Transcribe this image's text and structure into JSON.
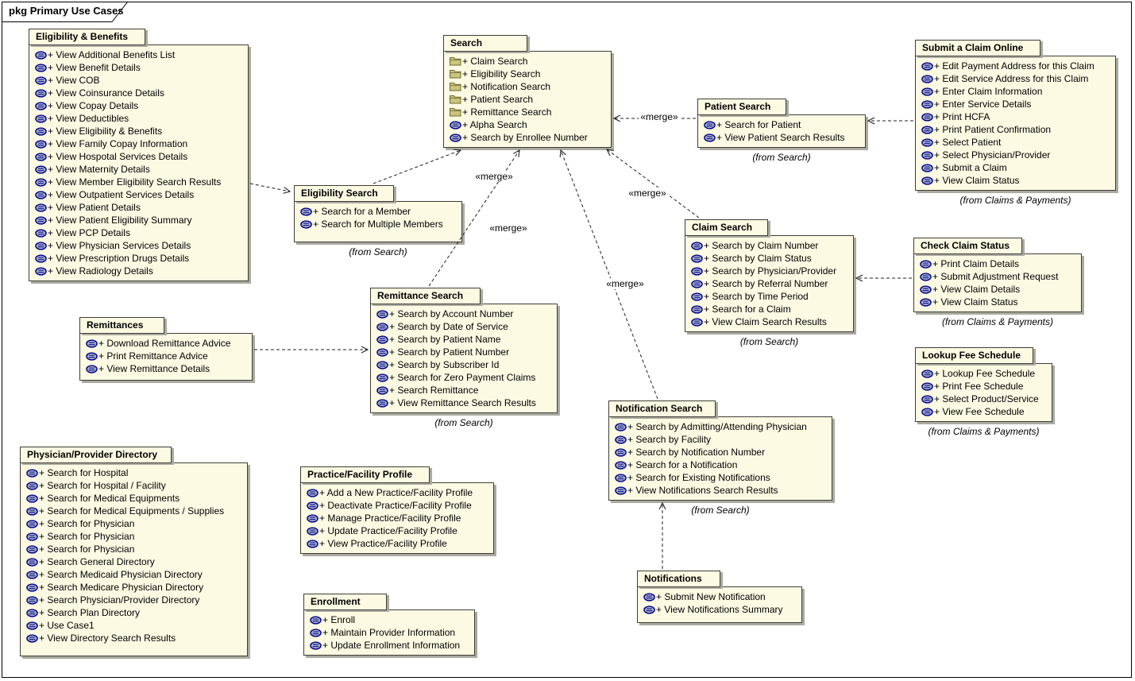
{
  "frame": {
    "title": "pkg Primary Use Cases"
  },
  "colors": {
    "box_fill": "#fcfae3",
    "box_border": "#3e3e36",
    "shadow": "#aaaaa2",
    "usecase_fill": "#a3aec5",
    "usecase_border": "#00008b",
    "folder_fill": "#cbc47e",
    "folder_border": "#6e6a33",
    "connector": "#222222"
  },
  "packages": [
    {
      "id": "eligibility-benefits",
      "title": "Eligibility & Benefits",
      "from": "",
      "items": [
        {
          "icon": "usecase",
          "label": "+ View Additional Benefits List"
        },
        {
          "icon": "usecase",
          "label": "+ View Benefit Details"
        },
        {
          "icon": "usecase",
          "label": "+ View COB"
        },
        {
          "icon": "usecase",
          "label": "+ View Coinsurance Details"
        },
        {
          "icon": "usecase",
          "label": "+ View Copay Details"
        },
        {
          "icon": "usecase",
          "label": "+ View Deductibles"
        },
        {
          "icon": "usecase",
          "label": "+ View Eligibility & Benefits"
        },
        {
          "icon": "usecase",
          "label": "+ View Family Copay Information"
        },
        {
          "icon": "usecase",
          "label": "+ View Hospotal Services Details"
        },
        {
          "icon": "usecase",
          "label": "+ View Maternity Details"
        },
        {
          "icon": "usecase",
          "label": "+ View Member Eligibility Search Results"
        },
        {
          "icon": "usecase",
          "label": "+ View Outpatient Services Details"
        },
        {
          "icon": "usecase",
          "label": "+ View Patient Details"
        },
        {
          "icon": "usecase",
          "label": "+ View Patient Eligibility Summary"
        },
        {
          "icon": "usecase",
          "label": "+ View PCP Details"
        },
        {
          "icon": "usecase",
          "label": "+ View Physician Services Details"
        },
        {
          "icon": "usecase",
          "label": "+ View Prescription Drugs Details"
        },
        {
          "icon": "usecase",
          "label": "+ View Radiology Details"
        }
      ]
    },
    {
      "id": "search",
      "title": "Search",
      "from": "",
      "items": [
        {
          "icon": "folder",
          "label": "+ Claim Search"
        },
        {
          "icon": "folder",
          "label": "+ Eligibility Search"
        },
        {
          "icon": "folder",
          "label": "+ Notification Search"
        },
        {
          "icon": "folder",
          "label": "+ Patient Search"
        },
        {
          "icon": "folder",
          "label": "+ Remittance Search"
        },
        {
          "icon": "usecase",
          "label": "+ Alpha Search"
        },
        {
          "icon": "usecase",
          "label": "+ Search by Enrollee Number"
        }
      ]
    },
    {
      "id": "patient-search",
      "title": "Patient Search",
      "from": "(from Search)",
      "items": [
        {
          "icon": "usecase",
          "label": "+ Search for Patient"
        },
        {
          "icon": "usecase",
          "label": "+ View Patient Search Results"
        }
      ]
    },
    {
      "id": "submit-claim-online",
      "title": "Submit a Claim Online",
      "from": "(from Claims & Payments)",
      "items": [
        {
          "icon": "usecase",
          "label": "+ Edit Payment Address for this Claim"
        },
        {
          "icon": "usecase",
          "label": "+ Edit Service Address for this Claim"
        },
        {
          "icon": "usecase",
          "label": "+ Enter Claim Information"
        },
        {
          "icon": "usecase",
          "label": "+ Enter Service Details"
        },
        {
          "icon": "usecase",
          "label": "+ Print HCFA"
        },
        {
          "icon": "usecase",
          "label": "+ Print Patient Confirmation"
        },
        {
          "icon": "usecase",
          "label": "+ Select Patient"
        },
        {
          "icon": "usecase",
          "label": "+ Select Physician/Provider"
        },
        {
          "icon": "usecase",
          "label": "+ Submit a Claim"
        },
        {
          "icon": "usecase",
          "label": "+ View Claim Status"
        }
      ]
    },
    {
      "id": "eligibility-search",
      "title": "Eligibility Search",
      "from": "(from Search)",
      "items": [
        {
          "icon": "usecase",
          "label": "+ Search for a Member"
        },
        {
          "icon": "usecase",
          "label": "+ Search for Multiple Members"
        }
      ]
    },
    {
      "id": "claim-search",
      "title": "Claim Search",
      "from": "(from Search)",
      "items": [
        {
          "icon": "usecase",
          "label": "+ Search by Claim Number"
        },
        {
          "icon": "usecase",
          "label": "+ Search by Claim Status"
        },
        {
          "icon": "usecase",
          "label": "+ Search by Physician/Provider"
        },
        {
          "icon": "usecase",
          "label": "+ Search by Referral Number"
        },
        {
          "icon": "usecase",
          "label": "+ Search by Time Period"
        },
        {
          "icon": "usecase",
          "label": "+ Search for a Claim"
        },
        {
          "icon": "usecase",
          "label": "+ View Claim Search Results"
        }
      ]
    },
    {
      "id": "check-claim-status",
      "title": "Check Claim Status",
      "from": "(from Claims & Payments)",
      "items": [
        {
          "icon": "usecase",
          "label": "+ Print Claim Details"
        },
        {
          "icon": "usecase",
          "label": "+ Submit Adjustment Request"
        },
        {
          "icon": "usecase",
          "label": "+ View Claim Details"
        },
        {
          "icon": "usecase",
          "label": "+ View Claim Status"
        }
      ]
    },
    {
      "id": "remittances",
      "title": "Remittances",
      "from": "",
      "items": [
        {
          "icon": "usecase",
          "label": "+ Download Remittance Advice"
        },
        {
          "icon": "usecase",
          "label": "+ Print Remittance Advice"
        },
        {
          "icon": "usecase",
          "label": "+ View Remittance Details"
        }
      ]
    },
    {
      "id": "remittance-search",
      "title": "Remittance Search",
      "from": "(from Search)",
      "items": [
        {
          "icon": "usecase",
          "label": "+ Search by Account Number"
        },
        {
          "icon": "usecase",
          "label": "+ Search by Date of Service"
        },
        {
          "icon": "usecase",
          "label": "+ Search by Patient Name"
        },
        {
          "icon": "usecase",
          "label": "+ Search by Patient Number"
        },
        {
          "icon": "usecase",
          "label": "+ Search by Subscriber Id"
        },
        {
          "icon": "usecase",
          "label": "+ Search for Zero Payment Claims"
        },
        {
          "icon": "usecase",
          "label": "+ Search Remittance"
        },
        {
          "icon": "usecase",
          "label": "+ View Remittance Search Results"
        }
      ]
    },
    {
      "id": "lookup-fee-schedule",
      "title": "Lookup Fee Schedule",
      "from": "(from Claims & Payments)",
      "items": [
        {
          "icon": "usecase",
          "label": "+ Lookup Fee Schedule"
        },
        {
          "icon": "usecase",
          "label": "+ Print Fee Schedule"
        },
        {
          "icon": "usecase",
          "label": "+ Select Product/Service"
        },
        {
          "icon": "usecase",
          "label": "+ View Fee Schedule"
        }
      ]
    },
    {
      "id": "notification-search",
      "title": "Notification Search",
      "from": "(from Search)",
      "items": [
        {
          "icon": "usecase",
          "label": "+ Search by Admitting/Attending Physician"
        },
        {
          "icon": "usecase",
          "label": "+ Search by Facility"
        },
        {
          "icon": "usecase",
          "label": "+ Search by Notification Number"
        },
        {
          "icon": "usecase",
          "label": "+ Search for a Notification"
        },
        {
          "icon": "usecase",
          "label": "+ Search for Existing Notifications"
        },
        {
          "icon": "usecase",
          "label": "+ View Notifications Search Results"
        }
      ]
    },
    {
      "id": "physician-provider-directory",
      "title": "Physician/Provider Directory",
      "from": "",
      "items": [
        {
          "icon": "usecase",
          "label": "+ Search for Hospital"
        },
        {
          "icon": "usecase",
          "label": "+ Search for Hospital / Facility"
        },
        {
          "icon": "usecase",
          "label": "+ Search for Medical Equipments"
        },
        {
          "icon": "usecase",
          "label": "+ Search for Medical Equipments / Supplies"
        },
        {
          "icon": "usecase",
          "label": "+ Search for Physician"
        },
        {
          "icon": "usecase",
          "label": "+ Search for Physician"
        },
        {
          "icon": "usecase",
          "label": "+ Search for Physician"
        },
        {
          "icon": "usecase",
          "label": "+ Search General Directory"
        },
        {
          "icon": "usecase",
          "label": "+ Search Medicaid Physician Directory"
        },
        {
          "icon": "usecase",
          "label": "+ Search Medicare Physician Directory"
        },
        {
          "icon": "usecase",
          "label": "+ Search Physician/Provider Directory"
        },
        {
          "icon": "usecase",
          "label": "+ Search Plan Directory"
        },
        {
          "icon": "usecase",
          "label": "+ Use Case1"
        },
        {
          "icon": "usecase",
          "label": "+ View Directory Search Results"
        }
      ]
    },
    {
      "id": "practice-facility-profile",
      "title": "Practice/Facility Profile",
      "from": "",
      "items": [
        {
          "icon": "usecase",
          "label": "+ Add a New Practice/Facility Profile"
        },
        {
          "icon": "usecase",
          "label": "+ Deactivate Practice/Facility Profile"
        },
        {
          "icon": "usecase",
          "label": "+ Manage Practice/Facility Profile"
        },
        {
          "icon": "usecase",
          "label": "+ Update Practice/Facility Profile"
        },
        {
          "icon": "usecase",
          "label": "+ View Practice/Facility Profile"
        }
      ]
    },
    {
      "id": "enrollment",
      "title": "Enrollment",
      "from": "",
      "items": [
        {
          "icon": "usecase",
          "label": "+ Enroll"
        },
        {
          "icon": "usecase",
          "label": "+ Maintain Provider Information"
        },
        {
          "icon": "usecase",
          "label": "+ Update Enrollment Information"
        }
      ]
    },
    {
      "id": "notifications",
      "title": "Notifications",
      "from": "",
      "items": [
        {
          "icon": "usecase",
          "label": "+ Submit New Notification"
        },
        {
          "icon": "usecase",
          "label": "+ View Notifications Summary"
        }
      ]
    }
  ],
  "connectors": [
    {
      "id": "c1",
      "from": "eligibility-benefits",
      "to": "eligibility-search",
      "label": ""
    },
    {
      "id": "c2",
      "from": "eligibility-search",
      "to": "search",
      "label": "«merge»"
    },
    {
      "id": "c3",
      "from": "remittance-search",
      "to": "search",
      "label": "«merge»"
    },
    {
      "id": "c4",
      "from": "notification-search",
      "to": "search",
      "label": "«merge»"
    },
    {
      "id": "c5",
      "from": "claim-search",
      "to": "search",
      "label": "«merge»"
    },
    {
      "id": "c6",
      "from": "patient-search",
      "to": "search",
      "label": "«merge»"
    },
    {
      "id": "c7",
      "from": "submit-claim-online",
      "to": "patient-search",
      "label": ""
    },
    {
      "id": "c8",
      "from": "check-claim-status",
      "to": "claim-search",
      "label": ""
    },
    {
      "id": "c9",
      "from": "remittances",
      "to": "remittance-search",
      "label": ""
    },
    {
      "id": "c10",
      "from": "notifications",
      "to": "notification-search",
      "label": ""
    }
  ]
}
